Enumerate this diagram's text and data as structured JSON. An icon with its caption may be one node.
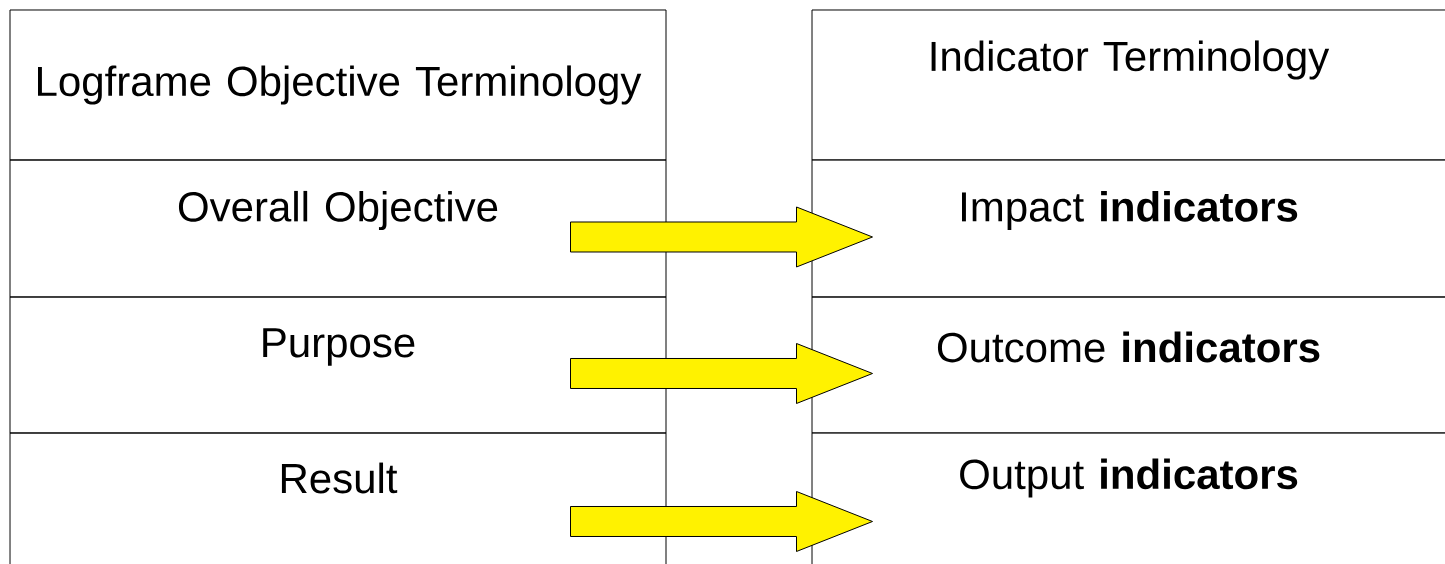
{
  "diagram": {
    "nodes": [
      {
        "text": [
          "Logframe Objective Terminology"
        ]
      },
      {
        "text": [
          "Overall Objective"
        ]
      },
      {
        "text": [
          "Purpose"
        ]
      },
      {
        "text": [
          "Result"
        ]
      },
      {
        "text": [
          "Indicator Terminology"
        ]
      },
      {
        "text": [
          "Impact **indicators**"
        ]
      },
      {
        "text": [
          "Outcome **indicators**"
        ]
      },
      {
        "text": [
          "Output **indicators**"
        ]
      }
    ],
    "edges": [
      {
        "from": 1,
        "to": 5,
        "arrow": "to"
      },
      {
        "from": 2,
        "to": 6,
        "arrow": "to"
      },
      {
        "from": 3,
        "to": 7,
        "arrow": "to"
      }
    ]
  }
}
